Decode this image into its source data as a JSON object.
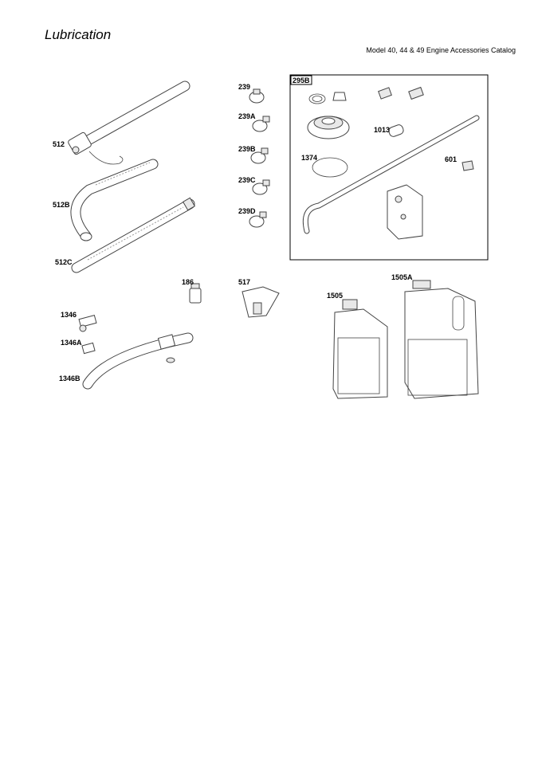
{
  "header": {
    "title": "Lubrication",
    "catalog": "Model 40, 44 & 49 Engine Accessories Catalog"
  },
  "labels": {
    "p512": "512",
    "p512B": "512B",
    "p512C": "512C",
    "p239": "239",
    "p239A": "239A",
    "p239B": "239B",
    "p239C": "239C",
    "p239D": "239D",
    "p295B": "295B",
    "p1013": "1013",
    "p1374": "1374",
    "p601": "601",
    "p186": "186",
    "p517": "517",
    "p1346": "1346",
    "p1346A": "1346A",
    "p1346B": "1346B",
    "p1505": "1505",
    "p1505A": "1505A"
  }
}
